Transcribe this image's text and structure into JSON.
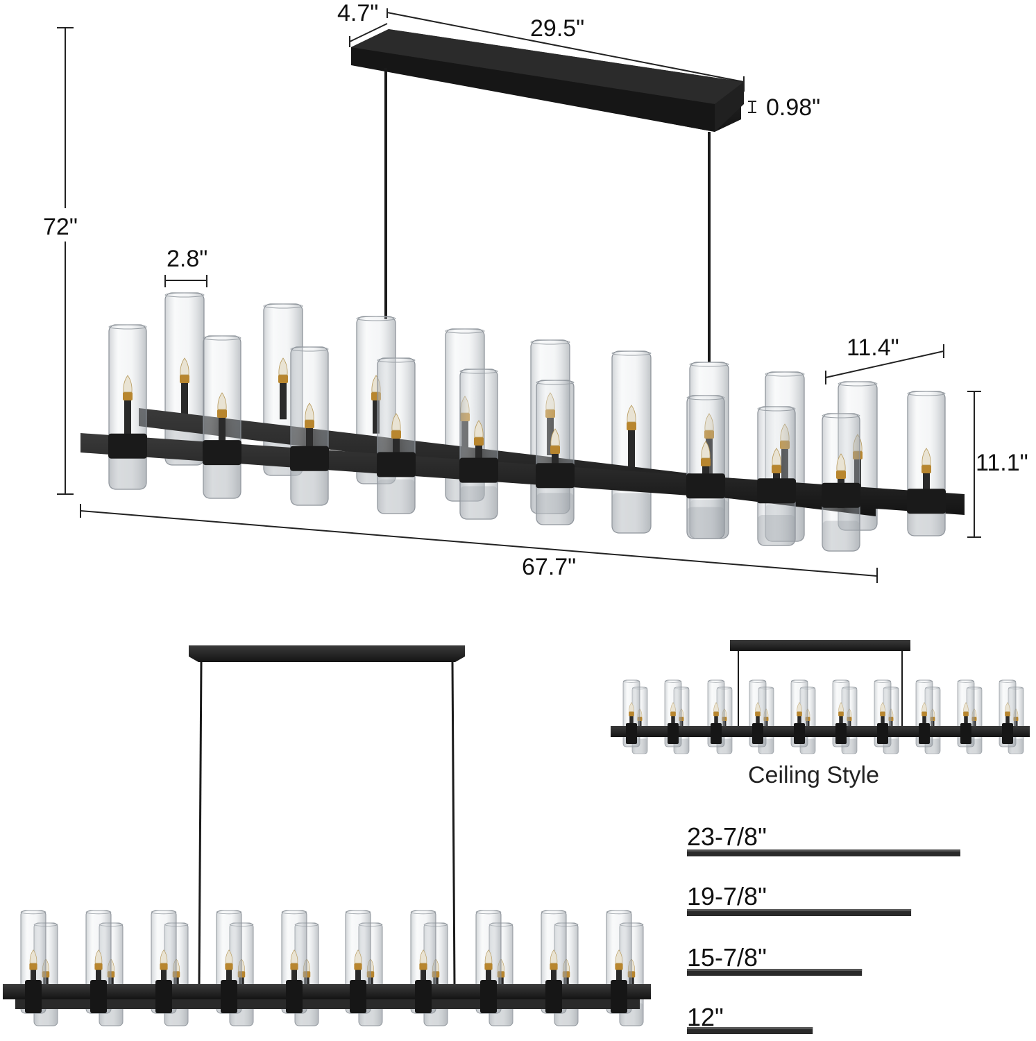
{
  "dimensions": {
    "canopy_depth": "4.7\"",
    "canopy_length": "29.5\"",
    "canopy_height": "0.98\"",
    "overall_height": "72\"",
    "shade_diameter": "2.8\"",
    "fixture_width": "11.4\"",
    "fixture_height": "11.1\"",
    "fixture_length": "67.7\""
  },
  "ceiling_style_caption": "Ceiling Style",
  "rods": [
    {
      "label": "23-7/8\"",
      "relative_length": 1.0
    },
    {
      "label": "19-7/8\"",
      "relative_length": 0.82
    },
    {
      "label": "15-7/8\"",
      "relative_length": 0.64
    },
    {
      "label": "12\"",
      "relative_length": 0.46
    }
  ],
  "colors": {
    "metal": "#1e1e1e",
    "glass": "#c9ced3",
    "bulb_base": "#b8862f",
    "dimension_line": "#222222"
  }
}
